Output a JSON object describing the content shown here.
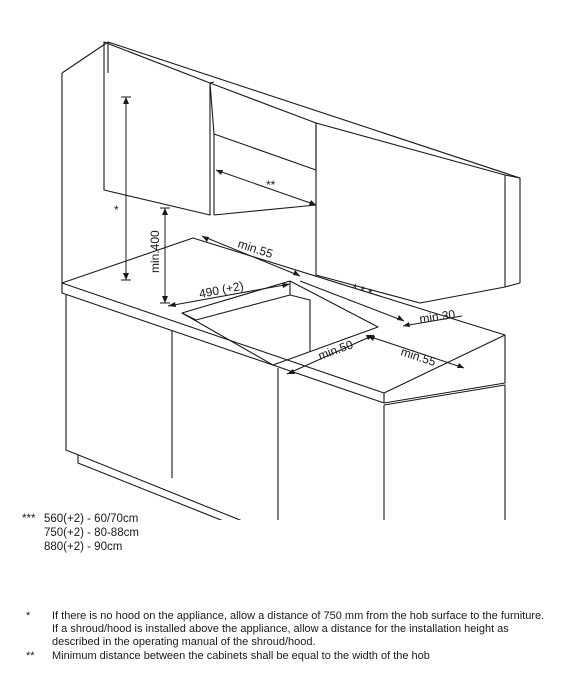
{
  "dimensions": {
    "min400": "min.400",
    "min55_top": "min.55",
    "w490": "490 (+2)",
    "min30": "min.30",
    "min50": "min.50",
    "min55_right": "min.55",
    "triple_star": "* * *",
    "double_star": "**",
    "single_star": "*"
  },
  "legend": {
    "mark": "***",
    "rows": [
      "560(+2) - 60/70cm",
      "750(+2) - 80-88cm",
      "880(+2) - 90cm"
    ]
  },
  "notes": [
    {
      "mark": "*",
      "text": "If there is no hood on the appliance, allow a distance of 750 mm from the hob surface to the furniture. If a shroud/hood is installed above the appliance, allow a distance for the installation height as described in the operating manual of the shroud/hood."
    },
    {
      "mark": "**",
      "text": "Minimum distance between the cabinets shall be equal to the width of the hob"
    }
  ]
}
